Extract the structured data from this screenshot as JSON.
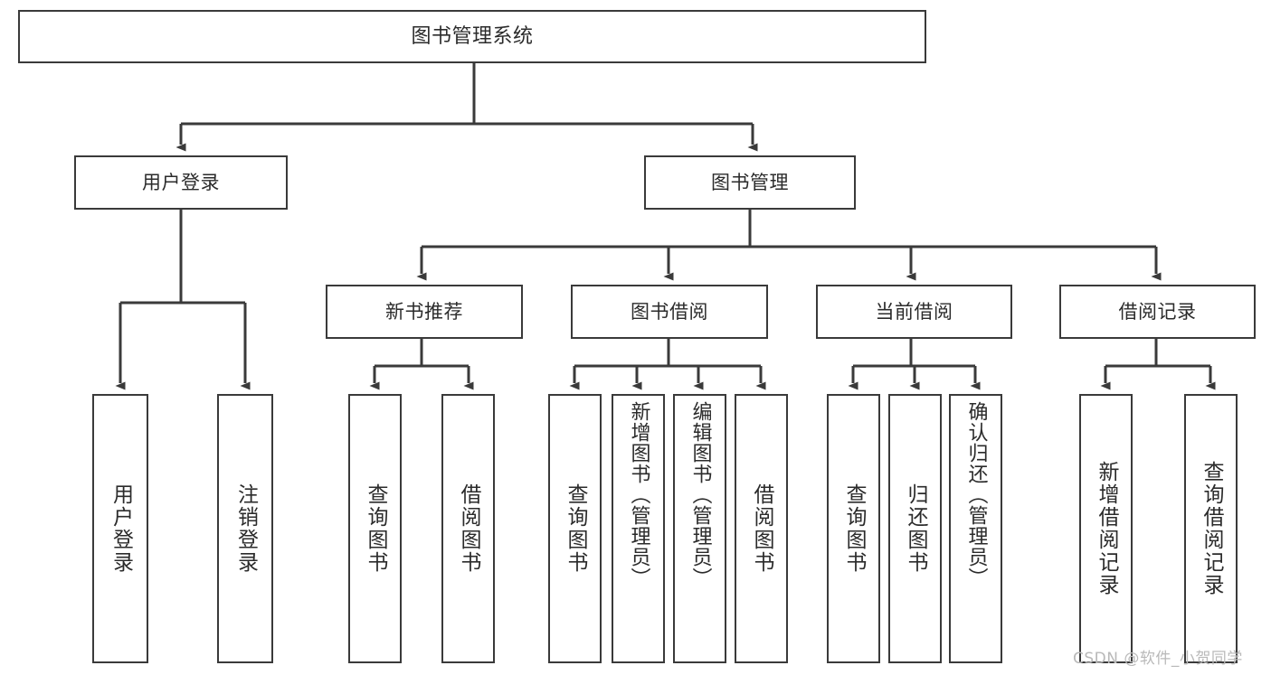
{
  "diagram": {
    "type": "tree-hierarchy",
    "title": "图书管理系统",
    "orientation": "top-down",
    "background_color": "#ffffff",
    "box_border_color": "#3a3a3a",
    "edge_color": "#3a3a3a",
    "text_color": "#2b2b2b"
  },
  "watermark": {
    "text": "CSDN @软件_小贺同学",
    "color": "#b9b9b9"
  },
  "nodes": {
    "root": {
      "label": "图书管理系统",
      "level": 0
    },
    "level1": [
      {
        "id": "user-login",
        "label": "用户登录"
      },
      {
        "id": "book-manage",
        "label": "图书管理"
      }
    ],
    "level2": [
      {
        "id": "new-book-recommend",
        "label": "新书推荐",
        "parent": "book-manage"
      },
      {
        "id": "book-borrow",
        "label": "图书借阅",
        "parent": "book-manage"
      },
      {
        "id": "current-borrow",
        "label": "当前借阅",
        "parent": "book-manage"
      },
      {
        "id": "borrow-record",
        "label": "借阅记录",
        "parent": "book-manage"
      }
    ],
    "leaves": [
      {
        "id": "leaf-user-login",
        "label": "用户登录",
        "parent": "user-login"
      },
      {
        "id": "leaf-user-logout",
        "label": "注销登录",
        "parent": "user-login"
      },
      {
        "id": "leaf-query-book-1",
        "label": "查询图书",
        "parent": "new-book-recommend"
      },
      {
        "id": "leaf-borrow-book-1",
        "label": "借阅图书",
        "parent": "new-book-recommend"
      },
      {
        "id": "leaf-query-book-2",
        "label": "查询图书",
        "parent": "book-borrow"
      },
      {
        "id": "leaf-add-book",
        "label": "新增图书（管理员）",
        "parent": "book-borrow"
      },
      {
        "id": "leaf-edit-book",
        "label": "编辑图书（管理员）",
        "parent": "book-borrow"
      },
      {
        "id": "leaf-borrow-book-2",
        "label": "借阅图书",
        "parent": "book-borrow"
      },
      {
        "id": "leaf-query-book-3",
        "label": "查询图书",
        "parent": "current-borrow"
      },
      {
        "id": "leaf-return-book",
        "label": "归还图书",
        "parent": "current-borrow"
      },
      {
        "id": "leaf-confirm-return",
        "label": "确认归还（管理员）",
        "parent": "current-borrow"
      },
      {
        "id": "leaf-add-record",
        "label": "新增借阅记录",
        "parent": "borrow-record"
      },
      {
        "id": "leaf-query-record",
        "label": "查询借阅记录",
        "parent": "borrow-record"
      }
    ]
  }
}
